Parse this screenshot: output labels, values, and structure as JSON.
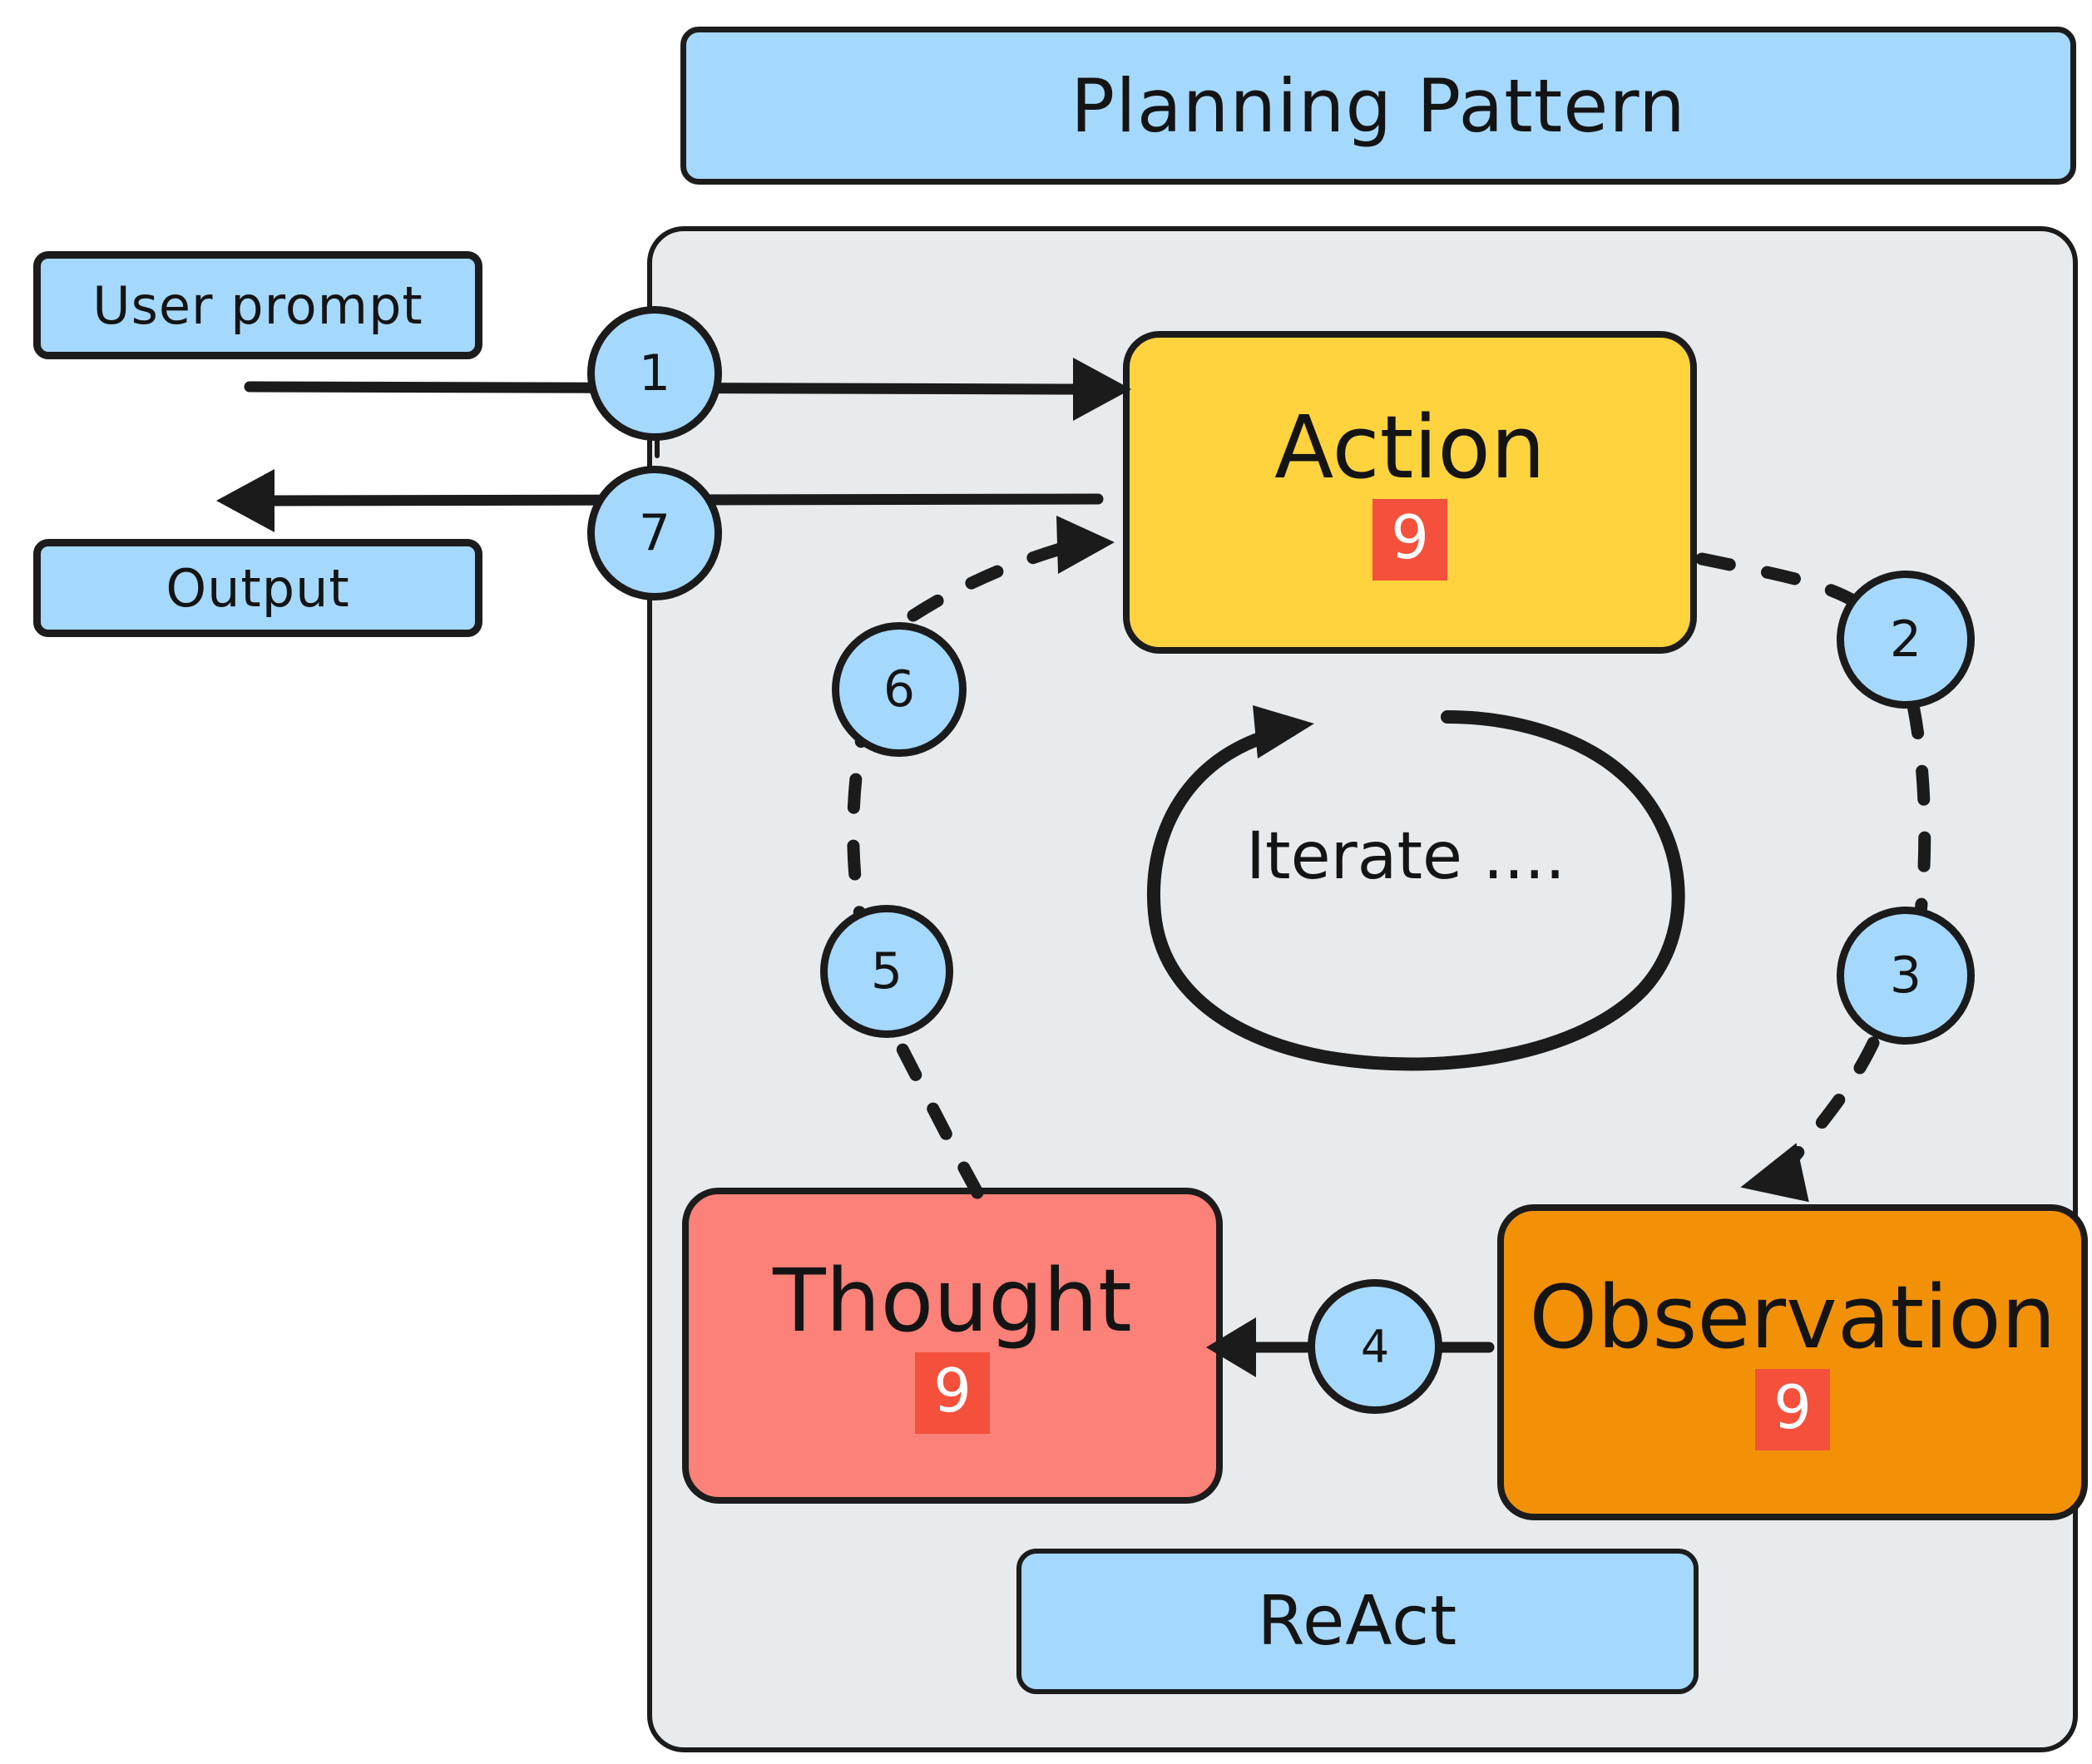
{
  "diagram": {
    "title": "Planning Pattern",
    "framework_label": "ReAct",
    "loop_label": "Iterate ....",
    "io": {
      "input_label": "User prompt",
      "output_label": "Output"
    },
    "nodes": [
      {
        "id": "action",
        "label": "Action",
        "badge": "9",
        "color": "#ffd33d"
      },
      {
        "id": "observation",
        "label": "Observation",
        "badge": "9",
        "color": "#f29105"
      },
      {
        "id": "thought",
        "label": "Thought",
        "badge": "9",
        "color": "#fc8178"
      }
    ],
    "step_markers": [
      {
        "n": "1",
        "from": "user-prompt",
        "to": "action",
        "style": "solid"
      },
      {
        "n": "2",
        "from": "action",
        "to": "observation",
        "style": "dashed"
      },
      {
        "n": "3",
        "from": "action",
        "to": "observation",
        "style": "dashed"
      },
      {
        "n": "4",
        "from": "observation",
        "to": "thought",
        "style": "solid"
      },
      {
        "n": "5",
        "from": "thought",
        "to": "action",
        "style": "dashed"
      },
      {
        "n": "6",
        "from": "thought",
        "to": "action",
        "style": "dashed"
      },
      {
        "n": "7",
        "from": "action",
        "to": "output",
        "style": "solid"
      }
    ],
    "colors": {
      "accent_blue": "#a5d8fd",
      "badge_red": "#f4503c",
      "action_yellow": "#ffd33d",
      "observation_orange": "#f29105",
      "thought_salmon": "#fc8178",
      "container_gray": "#e8ebed",
      "ink": "#1b1b1b"
    }
  }
}
